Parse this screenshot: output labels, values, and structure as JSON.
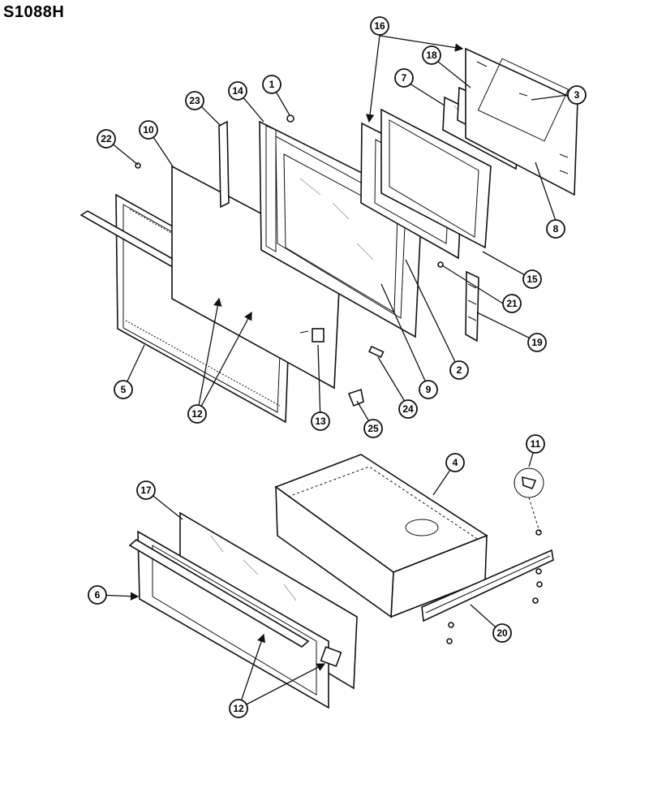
{
  "title": "S1088H",
  "callouts": [
    {
      "label": "1"
    },
    {
      "label": "2"
    },
    {
      "label": "3"
    },
    {
      "label": "4"
    },
    {
      "label": "5"
    },
    {
      "label": "6"
    },
    {
      "label": "7"
    },
    {
      "label": "8"
    },
    {
      "label": "9"
    },
    {
      "label": "10"
    },
    {
      "label": "11"
    },
    {
      "label": "12"
    },
    {
      "label": "12"
    },
    {
      "label": "13"
    },
    {
      "label": "14"
    },
    {
      "label": "15"
    },
    {
      "label": "16"
    },
    {
      "label": "17"
    },
    {
      "label": "18"
    },
    {
      "label": "19"
    },
    {
      "label": "20"
    },
    {
      "label": "21"
    },
    {
      "label": "22"
    },
    {
      "label": "23"
    },
    {
      "label": "24"
    },
    {
      "label": "25"
    }
  ]
}
